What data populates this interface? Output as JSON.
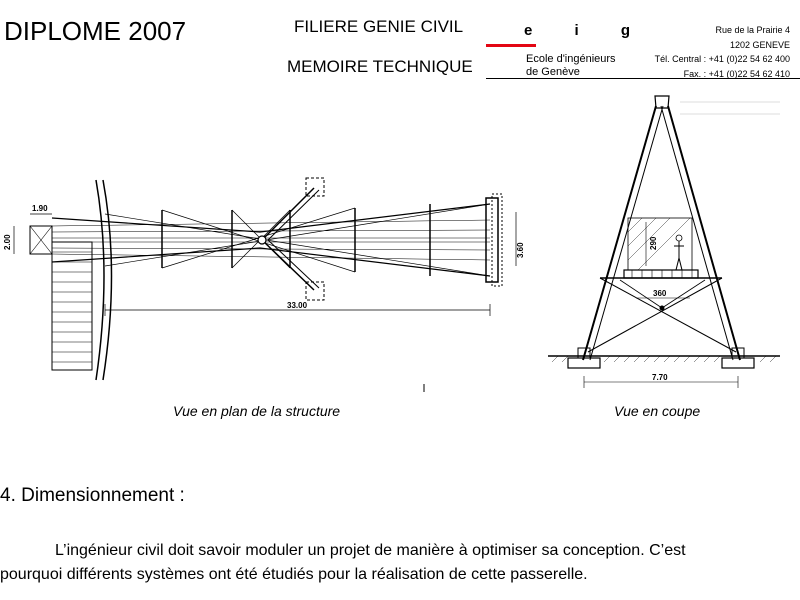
{
  "header": {
    "diploma": "DIPLOME 2007",
    "program": "FILIERE GENIE CIVIL",
    "doc_type": "MEMOIRE TECHNIQUE",
    "logo": {
      "letters": "e i g",
      "line1": "Ecole d'ingénieurs",
      "line2": "de Genève",
      "accent_color": "#e30613"
    },
    "address": {
      "street": "Rue de la Prairie 4",
      "city": "1202 GENEVE",
      "phone": "Tél. Central : +41 (0)22 54 62 400",
      "fax": "Fax. : +41 (0)22 54 62 410"
    }
  },
  "figures": {
    "plan": {
      "caption": "Vue en plan de la structure",
      "dims": {
        "width_top": "1.90",
        "width_side": "2.00",
        "span": "33.00",
        "end_width": "3.60"
      }
    },
    "coupe": {
      "caption": "Vue en coupe",
      "dims": {
        "height": "290",
        "deck": "360",
        "base": "7.70"
      }
    }
  },
  "section": {
    "title": "4. Dimensionnement :",
    "para_line1": "L’ingénieur civil doit savoir moduler un projet de manière à optimiser sa conception. C’est",
    "para_line2": "pourquoi différents systèmes ont été étudiés pour la réalisation de cette passerelle."
  }
}
